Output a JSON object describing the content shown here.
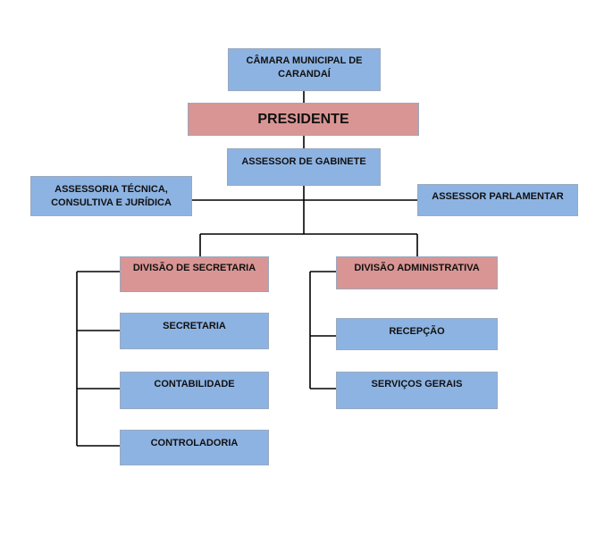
{
  "org_chart": {
    "camara": "CÂMARA MUNICIPAL DE\nCARANDAÍ",
    "presidente": "PRESIDENTE",
    "assessor_gabinete": "ASSESSOR DE GABINETE",
    "assessoria_tecnica": "ASSESSORIA TÉCNICA,\nCONSULTIVA E JURÍDICA",
    "assessor_parlamentar": "ASSESSOR PARLAMENTAR",
    "divisao_secretaria": "DIVISÃO DE SECRETARIA",
    "divisao_administrativa": "DIVISÃO ADMINISTRATIVA",
    "secretaria": "SECRETARIA",
    "contabilidade": "CONTABILIDADE",
    "controladoria": "CONTROLADORIA",
    "recepcao": "RECEPÇÃO",
    "servicos_gerais": "SERVIÇOS GERAIS"
  },
  "colors": {
    "unit_fill": "#8db3e2",
    "division_fill": "#d99594",
    "connector": "#000000"
  }
}
